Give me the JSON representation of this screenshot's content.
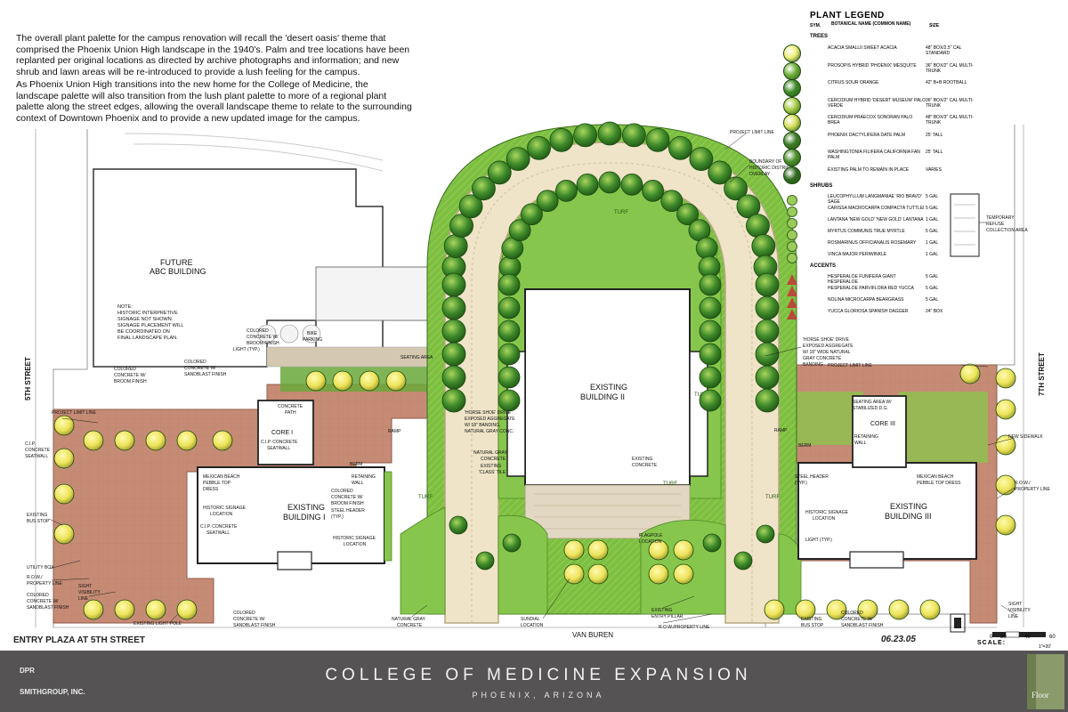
{
  "intro": {
    "p1": "The overall plant palette for the campus renovation will recall the 'desert oasis' theme that comprised the Phoenix Union High landscape in the 1940's.  Palm and tree locations have been replanted per original locations as directed by archive photographs and information; and new shrub and lawn areas will be re-introduced to provide a lush feeling for the campus.",
    "p2": "As Phoenix Union High transitions into the new home for the College of Medicine, the landscape palette will also transition from the lush plant palette to more of a regional plant palette along the street edges, allowing the overall landscape theme to relate to the surrounding context of Downtown Phoenix and to provide a new updated image for the campus."
  },
  "legend": {
    "title": "PLANT LEGEND",
    "col_sym": "SYM.",
    "col_name": "BOTANICAL NAME (COMMON NAME)",
    "col_size": "SIZE",
    "trees_label": "TREES",
    "shrubs_label": "SHRUBS",
    "accents_label": "ACCENTS",
    "trees": [
      {
        "name": "ACACIA SMALLII SWEET ACACIA",
        "size": "48\" BOX/2.5\" CAL STANDARD",
        "color": "#f2f07a"
      },
      {
        "name": "PROSOPIS HYBRID 'PHOENIX' MESQUITE",
        "size": "36\" BOX/2\" CAL MULTI-TRUNK",
        "color": "#6fae3a"
      },
      {
        "name": "CITRUS SOUR ORANGE",
        "size": "42\" B+B ROOTBALL",
        "color": "#3f8a2a"
      },
      {
        "name": "CERCIDIUM HYBRID 'DESERT MUSEUM' PALO VERDE",
        "size": "36\" BOX/2\" CAL MULTI-TRUNK",
        "color": "#a9cc4a"
      },
      {
        "name": "CERCIDIUM PRAECOX SONORAN PALO BREA",
        "size": "48\" BOX/3\" CAL MULTI-TRUNK",
        "color": "#d8e05a"
      },
      {
        "name": "PHOENIX DACTYLIFERA DATE PALM",
        "size": "25' TALL",
        "color": "#3d7d24"
      },
      {
        "name": "WASHINGTONIA FILIFERA CALIFORNIA FAN PALM",
        "size": "25' TALL",
        "color": "#4b8f2c"
      },
      {
        "name": "EXISTING PALM TO REMAIN IN PLACE",
        "size": "VARIES",
        "color": "#2f6a1e"
      }
    ],
    "shrubs": [
      {
        "name": "LEUCOPHYLLUM LANGMANIAE 'RIO BRAVO' SAGE",
        "size": "5 GAL"
      },
      {
        "name": "CARISSA MACROCARPA COMPACTA TUTTLEI",
        "size": "5 GAL"
      },
      {
        "name": "LANTANA 'NEW GOLD' 'NEW GOLD' LANTANA",
        "size": "1 GAL"
      },
      {
        "name": "MYRTUS COMMUNIS TRUE MYRTLE",
        "size": "5 GAL"
      },
      {
        "name": "ROSMARINUS OFFICIANALIS ROSEMARY",
        "size": "1 GAL"
      },
      {
        "name": "VINCA MAJOR PERIWINKLE",
        "size": "1 GAL"
      }
    ],
    "accents": [
      {
        "name": "HESPERALOE FUNIFERA GIANT HESPERALOE",
        "size": "5 GAL"
      },
      {
        "name": "HESPERALOE PARVIFLORA RED YUCCA",
        "size": "5 GAL"
      },
      {
        "name": "NOLINA MICROCARPA BEARGRASS",
        "size": "5 GAL"
      },
      {
        "name": "YUCCA GLORIOSA SPANISH DAGGER",
        "size": "24\" BOX"
      }
    ]
  },
  "labels": {
    "future": "FUTURE",
    "abc": "ABC BUILDING",
    "note": [
      "NOTE:",
      "HISTORIC INTERPRETIVE",
      "SIGNAGE NOT SHOWN.",
      "SIGNAGE PLACEMENT WILL",
      "BE COORDINATED ON",
      "FINAL LANDSCAPE PLAN."
    ],
    "fifth": "5TH STREET",
    "seventh": "7TH STREET",
    "van_buren": "VAN BUREN",
    "bldg2": [
      "EXISTING",
      "BUILDING II"
    ],
    "bldg1": [
      "EXISTING",
      "BUILDING I"
    ],
    "bldg3": [
      "EXISTING",
      "BUILDING III"
    ],
    "core1": "CORE I",
    "core3": "CORE III",
    "project_limit": "PROJECT LIMIT LINE",
    "boundary": [
      "BOUNDARY OF",
      "HISTORIC DISTRICT",
      "OVERLAY"
    ],
    "refuse": [
      "TEMPORARY",
      "REFUSE",
      "COLLECTION AREA"
    ],
    "horseshoe_right": [
      "'HORSE SHOE' DRIVE",
      "EXPOSED AGGREGATE",
      "W/ 18\" WIDE NATURAL",
      "GRAY CONCRETE",
      "BANDING"
    ],
    "horseshoe_left": [
      "'HORSE SHOE' DRIVE",
      "EXPOSED AGGREGATE",
      "W/ 18\" BANDING,",
      "NATURAL GRAY CONC."
    ],
    "bike": [
      "BIKE",
      "PARKING"
    ],
    "seating": "SEATING AREA",
    "seating_dg": [
      "SEATING AREA W/",
      "STABILIZED D.G."
    ],
    "colored_broom": [
      "COLORED",
      "CONCRETE W/",
      "BROOM FINISH"
    ],
    "colored_broom2": [
      "COLORED",
      "CONCRETE W/",
      "BROOM FINISH"
    ],
    "colored_broom3": [
      "COLORED",
      "CONCRETE W/",
      "BROOM FINISH"
    ],
    "colored_sand": [
      "COLORED",
      "CONCRETE W/",
      "SANDBLAST FINISH"
    ],
    "colored_sand_l": [
      "COLORED",
      "CONCRETE W/",
      "SANDBLAST FINISH"
    ],
    "colored_sand_b": [
      "COLORED",
      "CONCRETE W/",
      "SANDBLAST FINISH"
    ],
    "colored_sand_r": [
      "COLORED",
      "CONCRETE W/",
      "SANDBLAST FINISH"
    ],
    "light_typ": "LIGHT (TYP.)",
    "light_typ3": "LIGHT (TYP.)",
    "concrete_path": [
      "CONCRETE",
      "PATH"
    ],
    "cip_seatwall": [
      "C.I.P. CONCRETE",
      "SEATWALL"
    ],
    "cip_seatwall2": [
      "C.I.P. CONCRETE",
      "SEATWALL"
    ],
    "cip_left": [
      "C.I.P.",
      "CONCRETE",
      "SEATWALL"
    ],
    "mexican1": [
      "MEXICAN BEACH",
      "PEBBLE TOP",
      "DRESS"
    ],
    "mexican3": [
      "MEXICAN BEACH",
      "PEBBLE TOP DRESS"
    ],
    "hist_sign1": [
      "HISTORIC SIGNAGE",
      "LOCATION"
    ],
    "hist_sign1b": [
      "HISTORIC SIGNAGE",
      "LOCATION"
    ],
    "hist_sign3": [
      "HISTORIC SIGNAGE",
      "LOCATION"
    ],
    "retaining1": [
      "RETAINING",
      "WALL"
    ],
    "retaining3": [
      "RETAINING",
      "WALL"
    ],
    "steel1": [
      "STEEL HEADER",
      "(TYP.)"
    ],
    "steel3": [
      "STEEL HEADER",
      "(TYP.)"
    ],
    "berm": "BERM",
    "berm3": "BERM",
    "ramp": "RAMP",
    "ramp3": "RAMP",
    "turf": "TURF",
    "nat_gray": [
      "NATURAL GRAY",
      "CONCRETE"
    ],
    "nat_gray_b": [
      "NATURAL GRAY",
      "CONCRETE"
    ],
    "class_tile": [
      "EXISTING",
      "'CLASS' TILE"
    ],
    "exist_concrete": [
      "EXISTING",
      "CONCRETE"
    ],
    "flagpole": [
      "FLAGPOLE",
      "LOCATION"
    ],
    "sundial": [
      "SUNDIAL",
      "LOCATION"
    ],
    "entry_pillar": [
      "EXISTING",
      "ENTRY PILLAR"
    ],
    "row": "R.O.W./PROPERTY LINE",
    "row_l": [
      "R.O.W./",
      "PROPERTY LINE"
    ],
    "row_r": [
      "R.O.W./",
      "PROPERTY LINE"
    ],
    "utility": "UTILITY BOX",
    "sight_l": [
      "SIGHT",
      "VISIBILITY",
      "LINE"
    ],
    "sight_r": [
      "SIGHT",
      "VISIBILITY",
      "LINE"
    ],
    "exist_light_pole": "EXISTING LIGHT POLE",
    "bus_l": [
      "EXISTING",
      "BUS STOP"
    ],
    "bus_r": [
      "EXISTING",
      "BUS STOP"
    ],
    "new_sidewalk": "NEW SIDEWALK"
  },
  "footer": {
    "entry": "ENTRY PLAZA AT 5TH STREET",
    "date": "06.23.05",
    "scale": "SCALE:",
    "scale_ticks": [
      "0",
      "20",
      "40",
      "60"
    ],
    "scale_ratio": "1\"=20'",
    "firm1": "DPR",
    "firm2": "SMITHGROUP, INC.",
    "title": "COLLEGE OF MEDICINE EXPANSION",
    "subtitle": "PHOENIX, ARIZONA",
    "floor": "Floor",
    "bar_color": "#555353",
    "floor_color": "#8a9a6a"
  },
  "colors": {
    "turf": "#7fc042",
    "turf_dark": "#4f9a2a",
    "paving_red": "#c58b75",
    "drive": "#e8dcc0",
    "tree": "#3f8a2a",
    "tree_hi": "#8fc84e",
    "yellow_tree": "#f0e66a",
    "building": "#ffffff"
  }
}
